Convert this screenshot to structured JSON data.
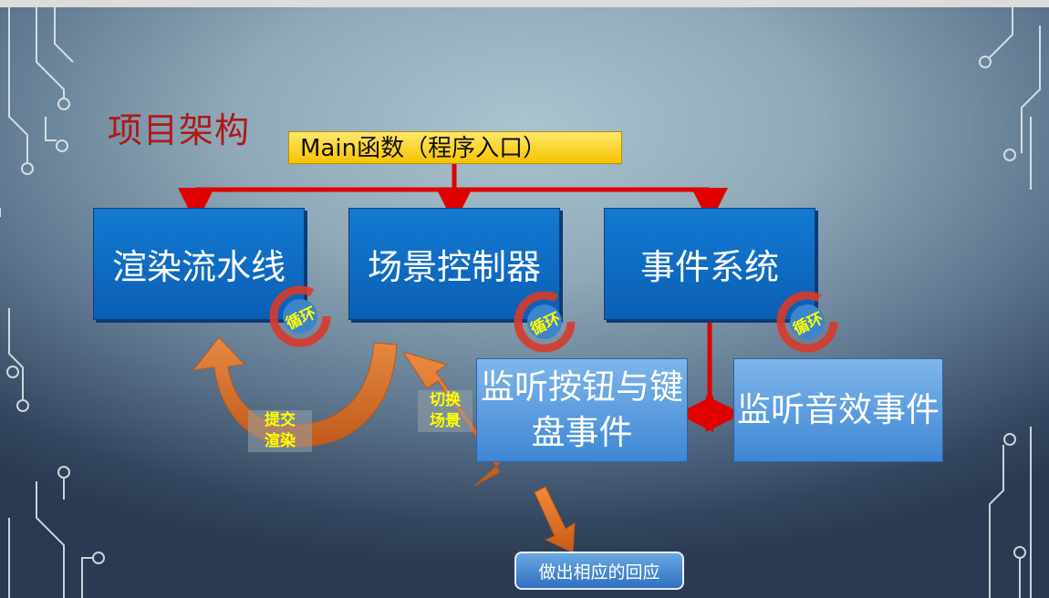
{
  "title": "项目架构",
  "main_box": "Main函数（程序入口）",
  "boxes": {
    "render": "渲染流水线",
    "scene": "场景控制器",
    "event": "事件系统",
    "listen_keys": "监听按钮与键盘事件",
    "listen_sound": "监听音效事件"
  },
  "loop_label": "循环",
  "arrow_labels": {
    "submit_render": "提交渲染",
    "switch_scene": "切换场景"
  },
  "response_button": "做出相应的回应",
  "colors": {
    "title": "#b01818",
    "main_box": "#f5c400",
    "blue_box": "#0a6ac4",
    "connector": "#e00000",
    "curved_arrow": "#e8782a",
    "label_text": "#ffff00"
  }
}
